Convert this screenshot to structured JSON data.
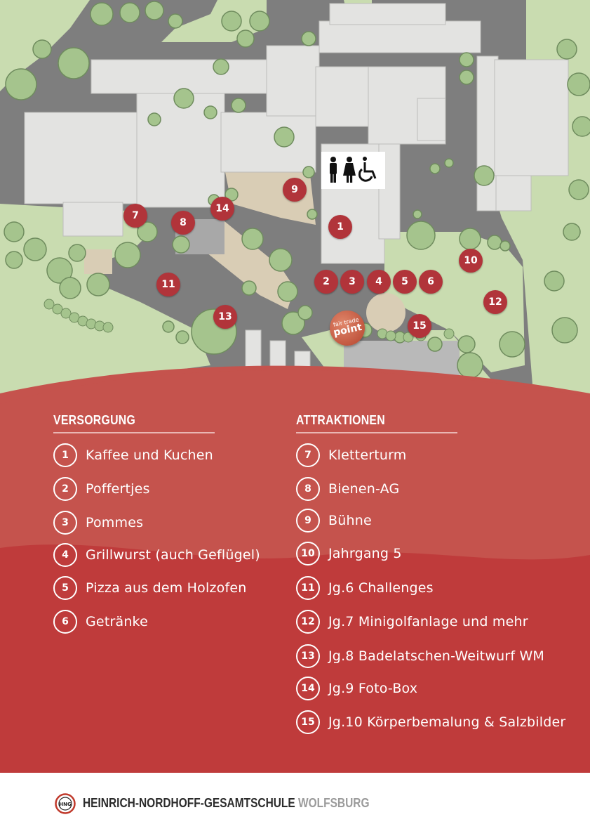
{
  "map": {
    "markers": [
      {
        "num": "1",
        "label": "Kaffee und Kuchen"
      },
      {
        "num": "2",
        "label": "Poffertjes"
      },
      {
        "num": "3",
        "label": "Pommes"
      },
      {
        "num": "4",
        "label": "Grillwurst (auch Geflügel)"
      },
      {
        "num": "5",
        "label": "Pizza aus dem Holzofen"
      },
      {
        "num": "6",
        "label": "Getränke"
      },
      {
        "num": "7",
        "label": "Kletterturm"
      },
      {
        "num": "8",
        "label": "Bienen-AG"
      },
      {
        "num": "9",
        "label": "Bühne"
      },
      {
        "num": "10",
        "label": "Jahrgang 5"
      },
      {
        "num": "11",
        "label": "Jg.6 Challenges"
      },
      {
        "num": "12",
        "label": "Jg.7 Minigolfanlage und mehr"
      },
      {
        "num": "13",
        "label": "Jg.8 Badelatschen-Weitwurf WM"
      },
      {
        "num": "14",
        "label": "Jg.9 Foto-Box"
      },
      {
        "num": "15",
        "label": "Jg.10 Körperbemalung & Salzbilder"
      }
    ],
    "fair_trade_badge": {
      "line1": "fair trade",
      "line2": "point"
    },
    "restroom_icons": [
      "man-icon",
      "woman-icon",
      "wheelchair-icon"
    ]
  },
  "legend": {
    "versorgung": {
      "title": "VERSORGUNG",
      "items": [
        {
          "num": "1",
          "label": "Kaffee und Kuchen"
        },
        {
          "num": "2",
          "label": "Poffertjes"
        },
        {
          "num": "3",
          "label": "Pommes"
        },
        {
          "num": "4",
          "label": "Grillwurst (auch Geflügel)"
        },
        {
          "num": "5",
          "label": "Pizza aus dem Holzofen"
        },
        {
          "num": "6",
          "label": "Getränke"
        }
      ]
    },
    "attraktionen": {
      "title": "ATTRAKTIONEN",
      "items": [
        {
          "num": "7",
          "label": "Kletterturm"
        },
        {
          "num": "8",
          "label": "Bienen-AG"
        },
        {
          "num": "9",
          "label": "Bühne"
        },
        {
          "num": "10",
          "label": "Jahrgang 5"
        },
        {
          "num": "11",
          "label": "Jg.6 Challenges"
        },
        {
          "num": "12",
          "label": "Jg.7 Minigolfanlage und mehr"
        },
        {
          "num": "13",
          "label": "Jg.8 Badelatschen-Weitwurf WM"
        },
        {
          "num": "14",
          "label": "Jg.9 Foto-Box"
        },
        {
          "num": "15",
          "label": "Jg.10 Körperbemalung & Salzbilder"
        }
      ]
    }
  },
  "footer": {
    "logo_text": "HNG",
    "school_name": "HEINRICH-NORDHOFF-GESAMTSCHULE",
    "city": "WOLFSBURG"
  },
  "colors": {
    "marker_red": "#b1343a",
    "panel_red": "#c5423f",
    "lawn": "#c9dcb0",
    "tree": "#a3c48c",
    "building": "#e3e3e1",
    "pavement": "#7d7d7d"
  }
}
